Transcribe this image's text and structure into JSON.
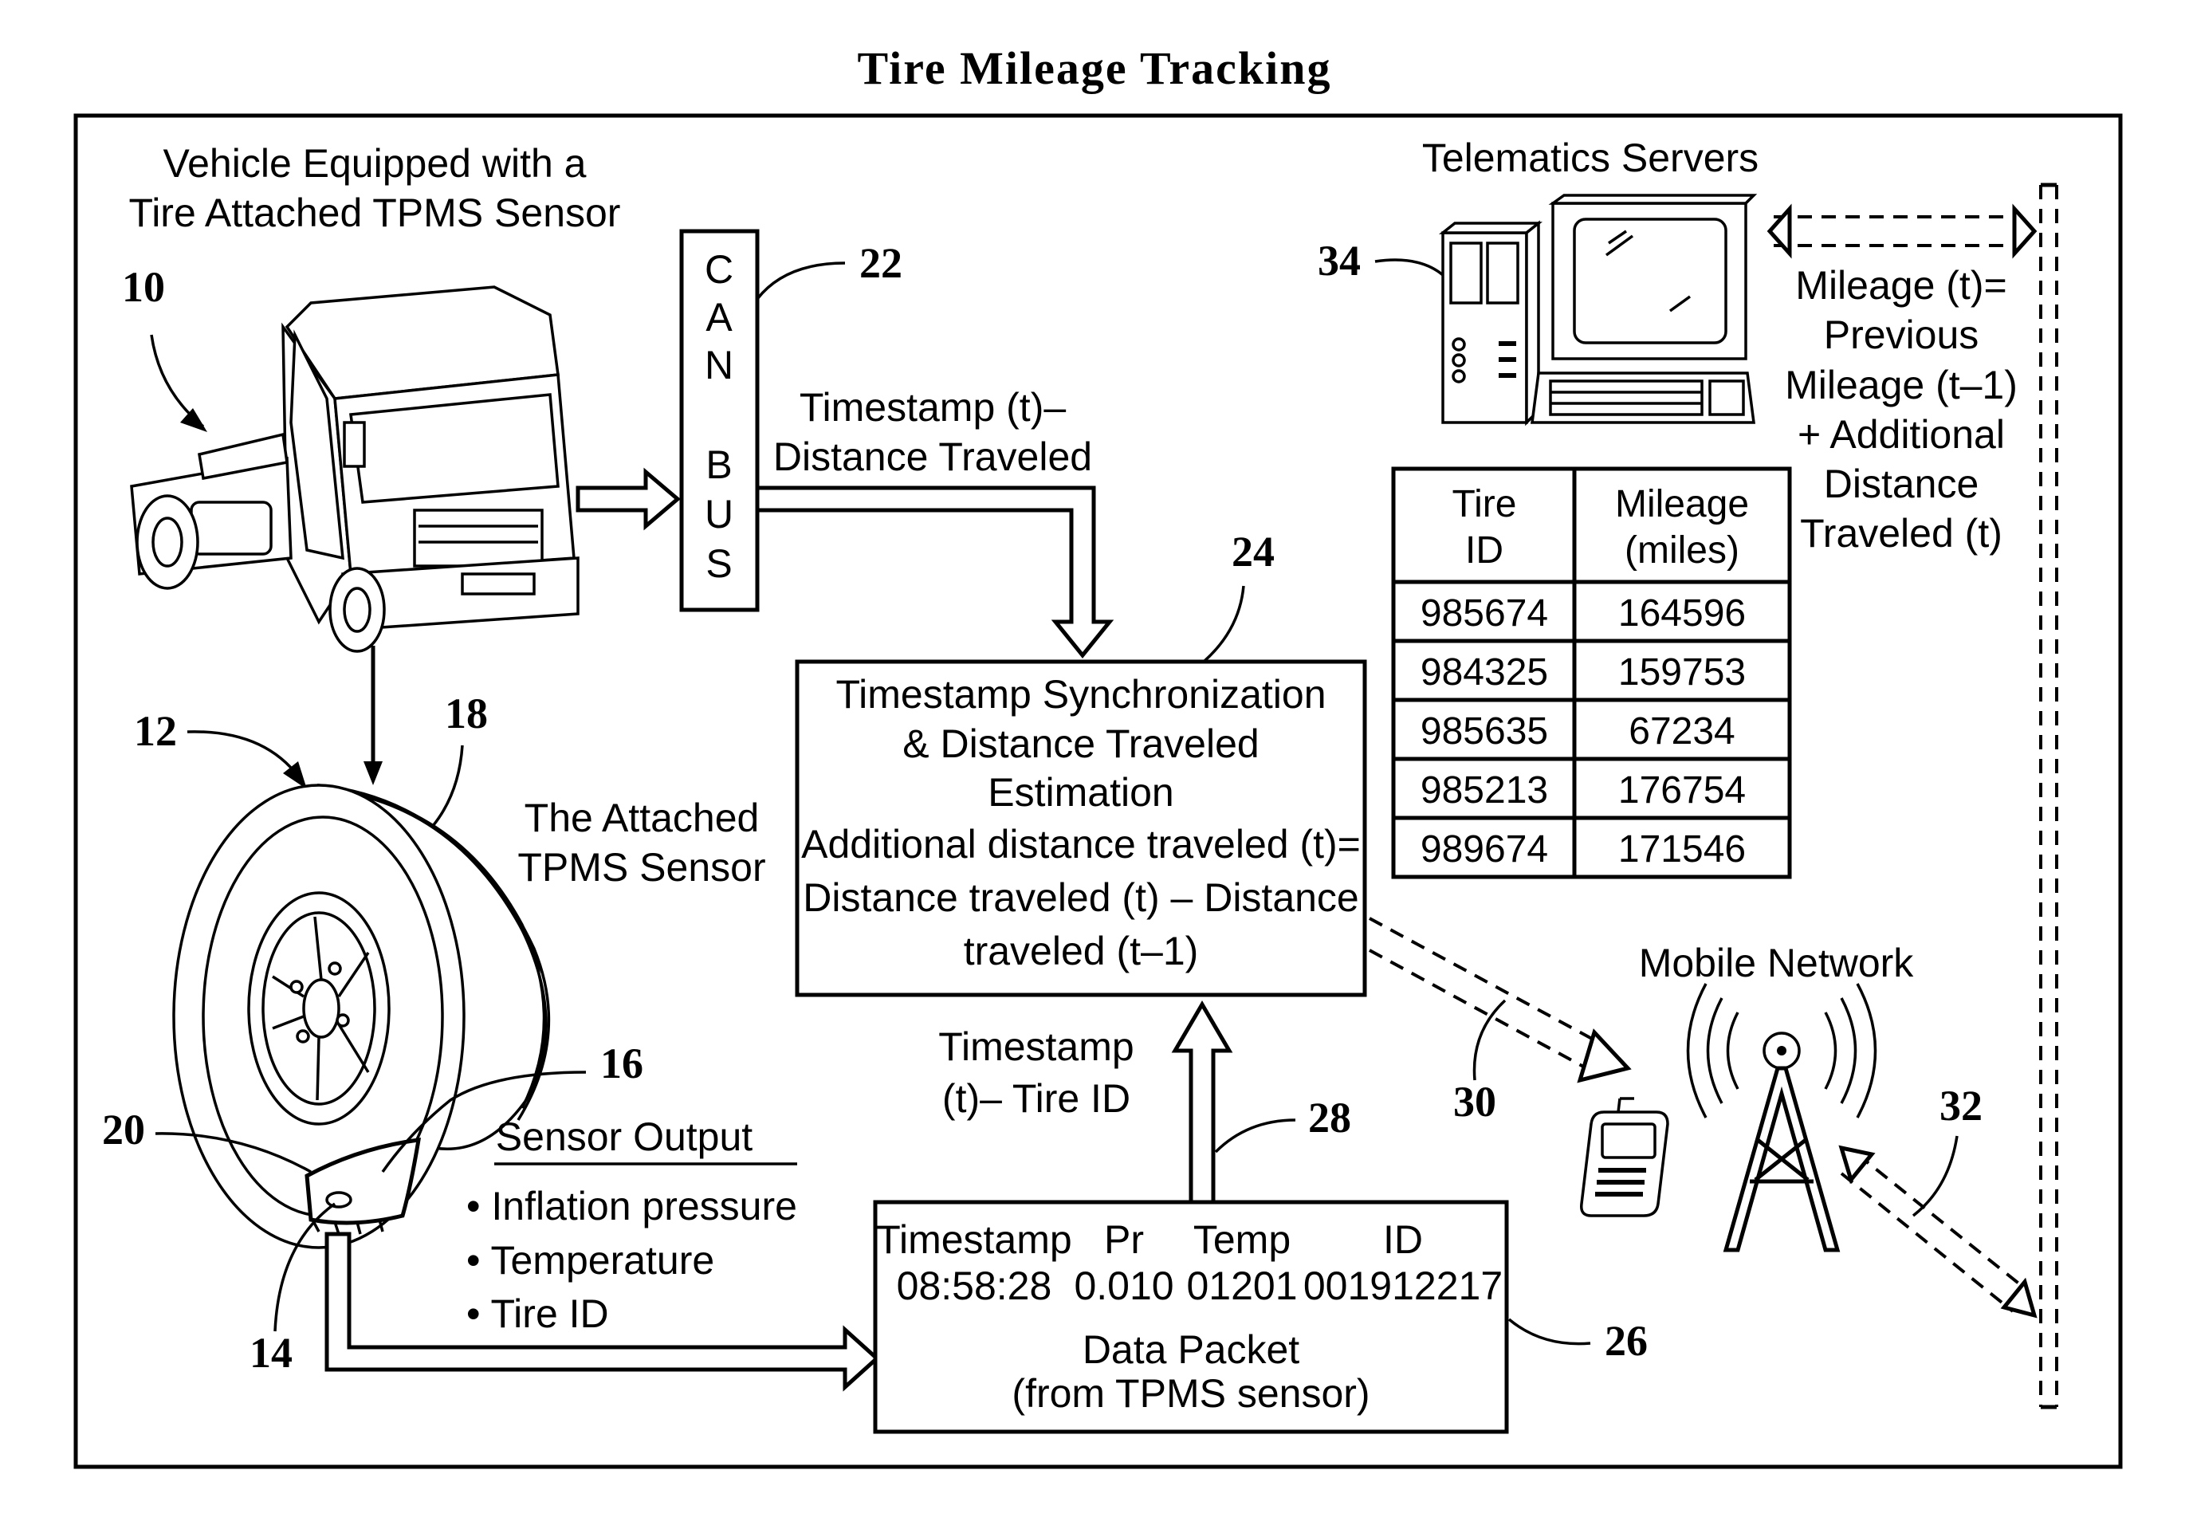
{
  "title": "Tire Mileage Tracking",
  "vehicle": {
    "line1": "Vehicle Equipped with a",
    "line2": "Tire Attached TPMS Sensor"
  },
  "can_bus": {
    "letters": [
      "C",
      "A",
      "N",
      "",
      "B",
      "U",
      "S"
    ]
  },
  "timestamp_distance": {
    "line1": "Timestamp (t)–",
    "line2": "Distance Traveled"
  },
  "servers": {
    "title": "Telematics Servers"
  },
  "mileage_formula": [
    "Mileage (t)=",
    "Previous",
    "Mileage (t–1)",
    "+ Additional",
    "Distance",
    "Traveled (t)"
  ],
  "tire_table": {
    "header_id": [
      "Tire",
      "ID"
    ],
    "header_mileage": [
      "Mileage",
      "(miles)"
    ],
    "rows": [
      {
        "id": "985674",
        "mileage": "164596"
      },
      {
        "id": "984325",
        "mileage": "159753"
      },
      {
        "id": "985635",
        "mileage": "67234"
      },
      {
        "id": "985213",
        "mileage": "176754"
      },
      {
        "id": "989674",
        "mileage": "171546"
      }
    ]
  },
  "sync_box": {
    "lines": [
      "Timestamp Synchronization",
      "& Distance Traveled",
      "Estimation"
    ],
    "formula": [
      "Additional distance traveled (t)=",
      "Distance traveled (t) – Distance",
      "traveled (t–1)"
    ]
  },
  "attached_sensor": {
    "line1": "The Attached",
    "line2": "TPMS Sensor"
  },
  "sensor_output": {
    "title": "Sensor Output",
    "items": [
      "• Inflation pressure",
      "• Temperature",
      "• Tire ID"
    ]
  },
  "timestamp_tire": {
    "line1": "Timestamp",
    "line2": "(t)– Tire ID"
  },
  "packet": {
    "headers": [
      "Timestamp",
      "Pr",
      "Temp",
      "ID"
    ],
    "values": [
      "08:58:28",
      "0.010",
      "01201",
      "001912217"
    ],
    "caption1": "Data Packet",
    "caption2": "(from TPMS sensor)"
  },
  "mobile_network": "Mobile Network",
  "refs": {
    "vehicle": "10",
    "tire": "12",
    "sensor_body": "14",
    "sensor_ref": "16",
    "tread": "18",
    "rim_sensor": "20",
    "can": "22",
    "sync": "24",
    "packet": "26",
    "arrow_up": "28",
    "wireless": "30",
    "tower_link": "32",
    "server": "34"
  }
}
